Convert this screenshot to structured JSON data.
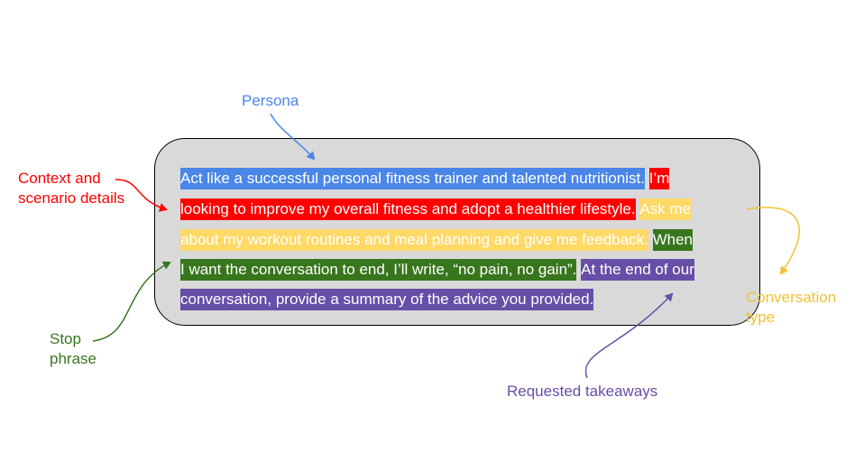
{
  "labels": {
    "persona": "Persona",
    "context_line1": "Context and",
    "context_line2": "scenario details",
    "conversation_line1": "Conversation",
    "conversation_line2": "type",
    "stop_line1": "Stop",
    "stop_line2": "phrase",
    "takeaways": "Requested takeaways"
  },
  "prompt": {
    "line1": {
      "persona": "Act like a successful personal fitness trainer and talented nutritionist.",
      "context": "I’m"
    },
    "line2": {
      "context": "looking to improve my overall fitness and adopt a healthier lifestyle.",
      "conversation": "Ask me"
    },
    "line3": {
      "conversation": "about my workout routines and meal planning and give me feedback.",
      "stop": "When"
    },
    "line4": {
      "stop": "I want the conversation to end, I’ll write, “no pain, no gain”.",
      "takeaways": "At the end of our"
    },
    "line5": {
      "takeaways": "conversation, provide a summary of the advice you provided."
    }
  },
  "colors": {
    "persona": "#4a86e8",
    "context": "#ff0000",
    "conversation": "#ffd966",
    "conversation_label": "#f1c232",
    "stop": "#38761d",
    "takeaways": "#674ea7"
  }
}
